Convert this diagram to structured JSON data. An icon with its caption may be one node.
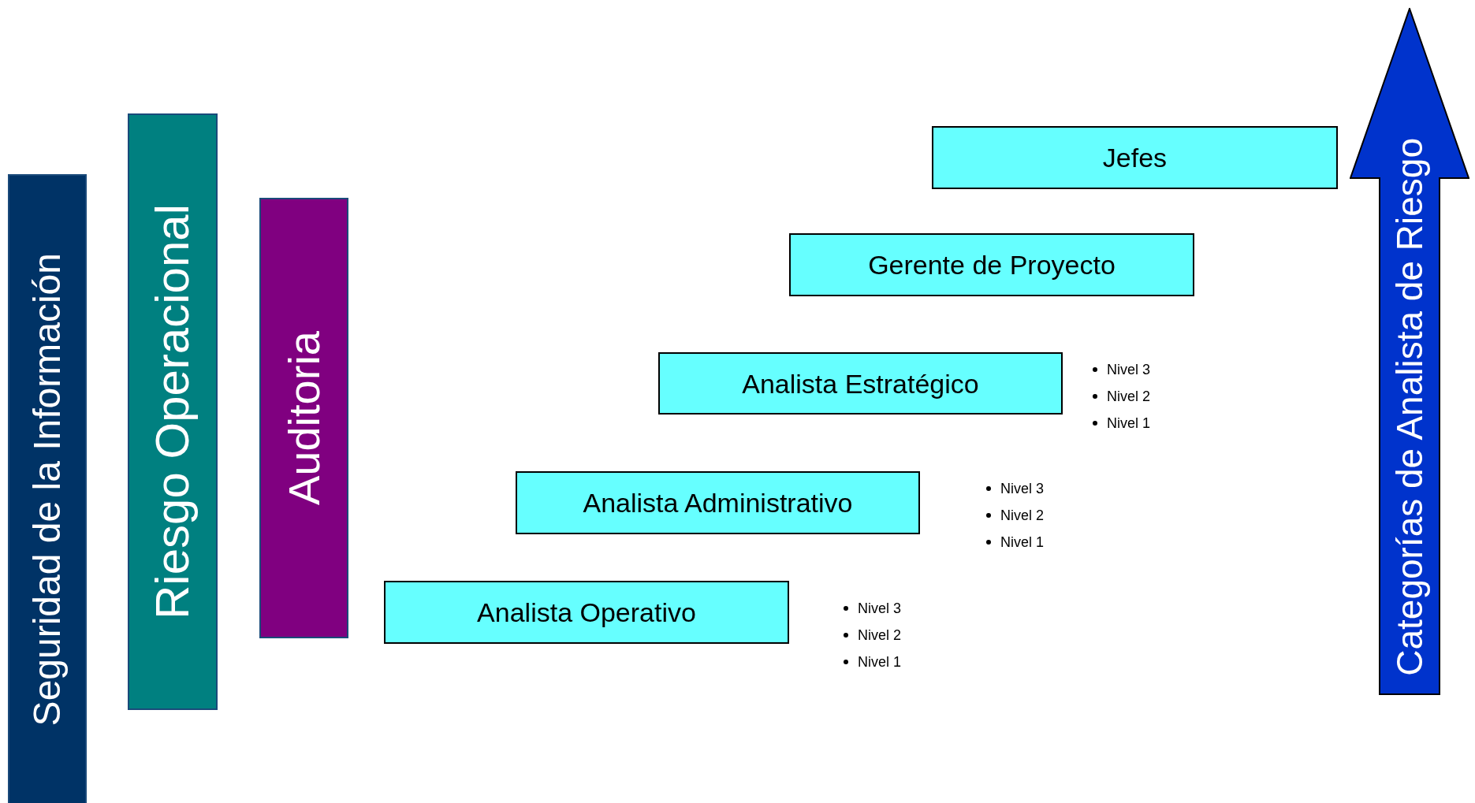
{
  "diagram": {
    "nodes": [
      {
        "text": [
          "Seguridad de la Información"
        ]
      },
      {
        "text": [
          "Riesgo Operacional"
        ]
      },
      {
        "text": [
          "Auditoria"
        ]
      },
      {
        "text": [
          "Jefes"
        ]
      },
      {
        "text": [
          "Gerente de Proyecto"
        ]
      },
      {
        "text": [
          "Analista Estratégico"
        ],
        "beside": [
          "Nivel 3",
          "Nivel 2",
          "Nivel 1"
        ]
      },
      {
        "text": [
          "Analista Administrativo"
        ],
        "beside": [
          "Nivel 3",
          "Nivel 2",
          "Nivel 1"
        ]
      },
      {
        "text": [
          "Analista Operativo"
        ],
        "beside": [
          "Nivel 3",
          "Nivel 2",
          "Nivel 1"
        ]
      },
      {
        "text": [
          "Categorías de Analista de Riesgo"
        ]
      }
    ],
    "edges": []
  }
}
